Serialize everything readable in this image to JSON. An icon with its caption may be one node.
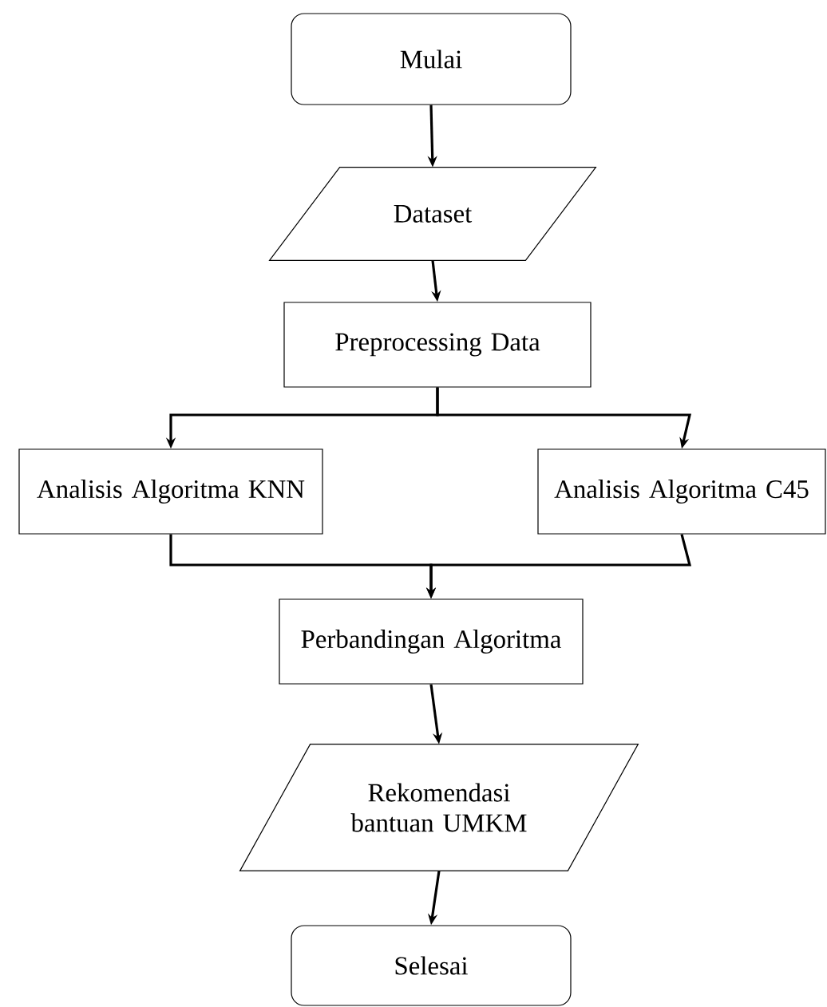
{
  "diagram": {
    "nodes": [
      {
        "text": [
          "Mulai"
        ]
      },
      {
        "text": [
          "Dataset"
        ]
      },
      {
        "text": [
          "Preprocessing Data"
        ]
      },
      {
        "text": [
          "Analisis Algoritma KNN"
        ]
      },
      {
        "text": [
          "Analisis Algoritma C45"
        ]
      },
      {
        "text": [
          "Perbandingan Algoritma"
        ]
      },
      {
        "text": [
          "Rekomendasi bantuan UMKM"
        ]
      },
      {
        "text": [
          "Selesai"
        ]
      }
    ],
    "edges": [
      {
        "from": 0,
        "to": 1,
        "arrow": "to"
      },
      {
        "from": 1,
        "to": 2,
        "arrow": "to"
      },
      {
        "from": 2,
        "to": 3,
        "arrow": "to"
      },
      {
        "from": 2,
        "to": 4,
        "arrow": "to"
      },
      {
        "from": 3,
        "to": 5,
        "arrow": "to"
      },
      {
        "from": 4,
        "to": 5,
        "arrow": "to"
      },
      {
        "from": 5,
        "to": 6,
        "arrow": "to"
      },
      {
        "from": 6,
        "to": 7,
        "arrow": "to"
      }
    ]
  }
}
